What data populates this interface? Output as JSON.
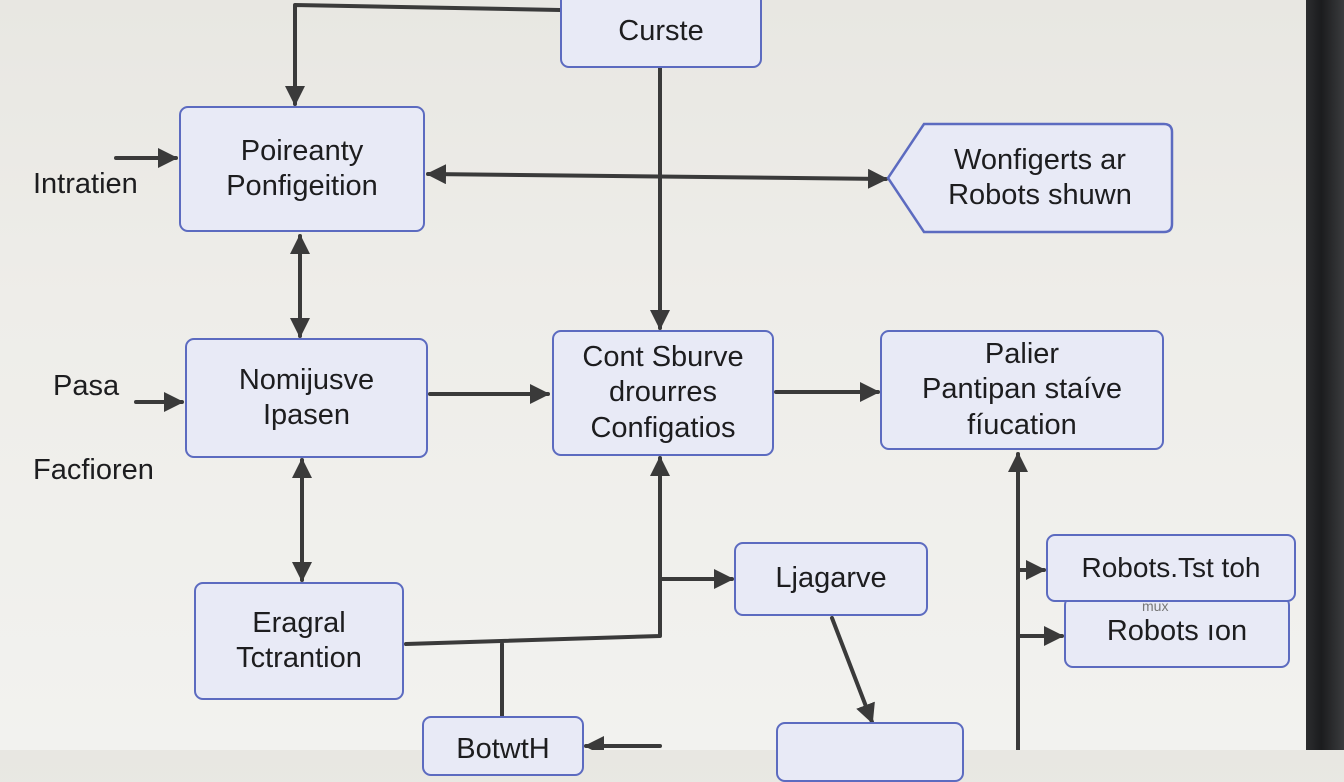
{
  "nodes": {
    "curste": [
      "Curste"
    ],
    "poireanty": [
      "Poireanty",
      "Ponfigeition"
    ],
    "wonfigerts": [
      "Wonfigerts ar",
      "Robots shuwn"
    ],
    "nomijusve": [
      "Nomijusve",
      "Ipasen"
    ],
    "cont_sburve": [
      "Cont Sburve",
      "drourres",
      "Configatios"
    ],
    "palier": [
      "Palier",
      "Pantipan staíve",
      "fíucation"
    ],
    "ljagarve": [
      "Ljagarve"
    ],
    "eragral": [
      "Eragral",
      "Tctrantion"
    ],
    "robots_tst": [
      "Robots.Tst toh"
    ],
    "robots_ion": [
      "Robots ıon"
    ],
    "botwth": [
      "BotwtH"
    ],
    "bottom_partial": [
      ""
    ]
  },
  "labels": {
    "intratien": "Intratien",
    "pasa": "Pasa",
    "facfioren": "Facfioren",
    "faint_between": "mux"
  },
  "colors": {
    "node_fill": "#e8eaf6",
    "node_border": "#5c6bc0",
    "arrow": "#3a3a3a"
  }
}
